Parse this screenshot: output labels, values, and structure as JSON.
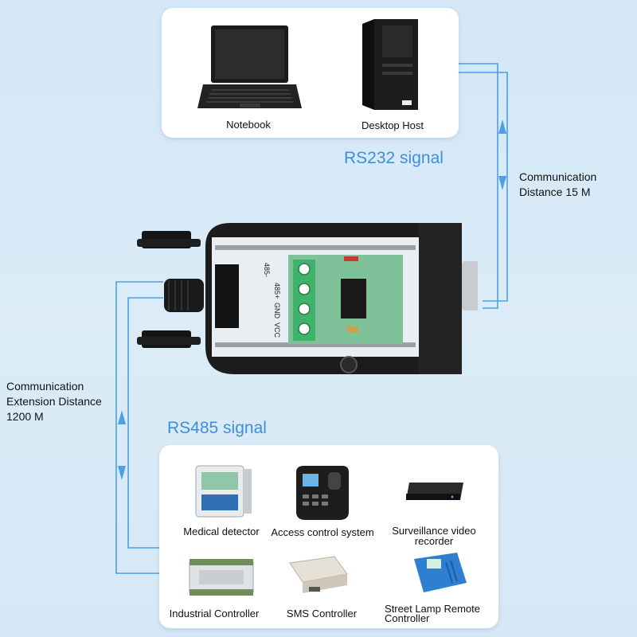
{
  "top_devices": {
    "notebook": "Notebook",
    "desktop": "Desktop Host"
  },
  "signals": {
    "rs232": "RS232 signal",
    "rs485": "RS485 signal"
  },
  "notes": {
    "comm_15m": [
      "Communication",
      "Distance 15 M"
    ],
    "comm_1200m": [
      "Communication",
      "Extension Distance",
      "1200 M"
    ]
  },
  "terminal_labels": [
    "485-",
    "485+",
    "GND",
    "VCC"
  ],
  "bottom_devices": {
    "medical": "Medical detector",
    "access": "Access control system",
    "surveillance": [
      "Surveillance video",
      "recorder"
    ],
    "industrial": "Industrial Controller",
    "sms": "SMS Controller",
    "street": [
      "Street Lamp Remote",
      "Controller"
    ]
  },
  "colors": {
    "line": "#4f9ee6",
    "signal_text": "#3d8ee0",
    "pcb": "#7fc29a",
    "terminal": "#3fb36b"
  }
}
